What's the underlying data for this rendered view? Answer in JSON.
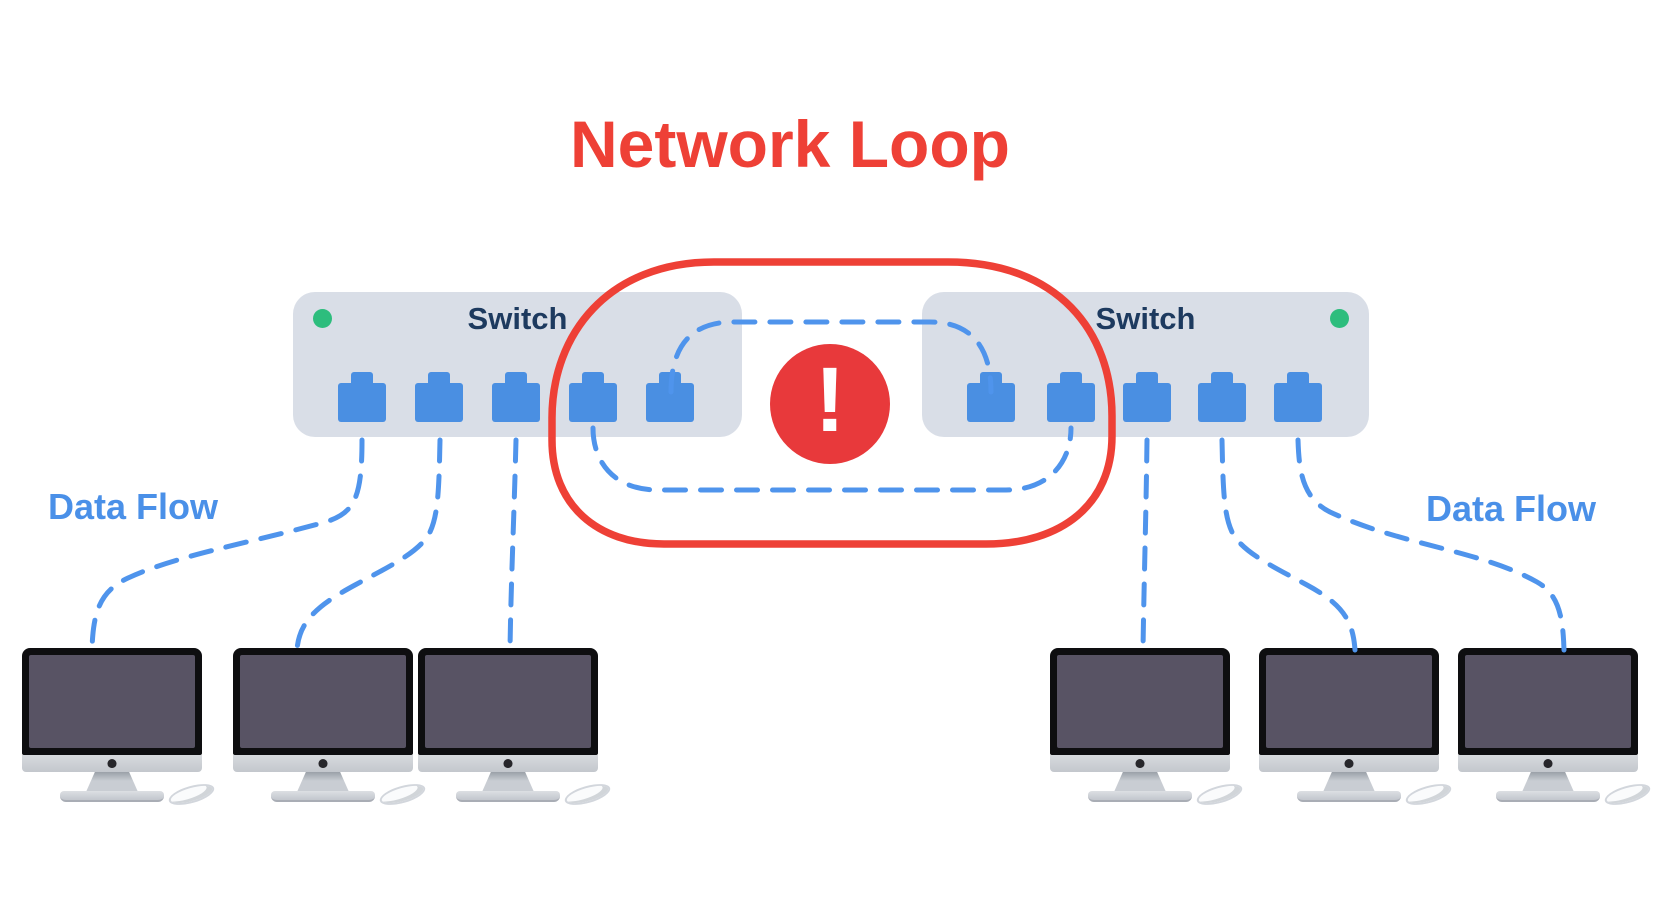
{
  "title": {
    "text": "Network Loop",
    "color": "#ee4036"
  },
  "switches": [
    {
      "label": "Switch",
      "status_led_color": "#2dbd7d",
      "port_count": 5,
      "side": "left"
    },
    {
      "label": "Switch",
      "status_led_color": "#2dbd7d",
      "port_count": 5,
      "side": "right"
    }
  ],
  "warning": {
    "symbol": "!",
    "color": "#e8393b"
  },
  "labels": {
    "data_flow_left": "Data Flow",
    "data_flow_right": "Data Flow"
  },
  "computers": {
    "count": 6,
    "left_group": 3,
    "right_group": 3
  },
  "colors": {
    "alert_red": "#ee4036",
    "link_blue": "#4f94ec",
    "port_blue": "#4a8fe2",
    "switch_body_gray": "#d9dee7",
    "switch_label_navy": "#1d3a5f",
    "led_green": "#2dbd7d",
    "screen_dark": "#585364"
  }
}
